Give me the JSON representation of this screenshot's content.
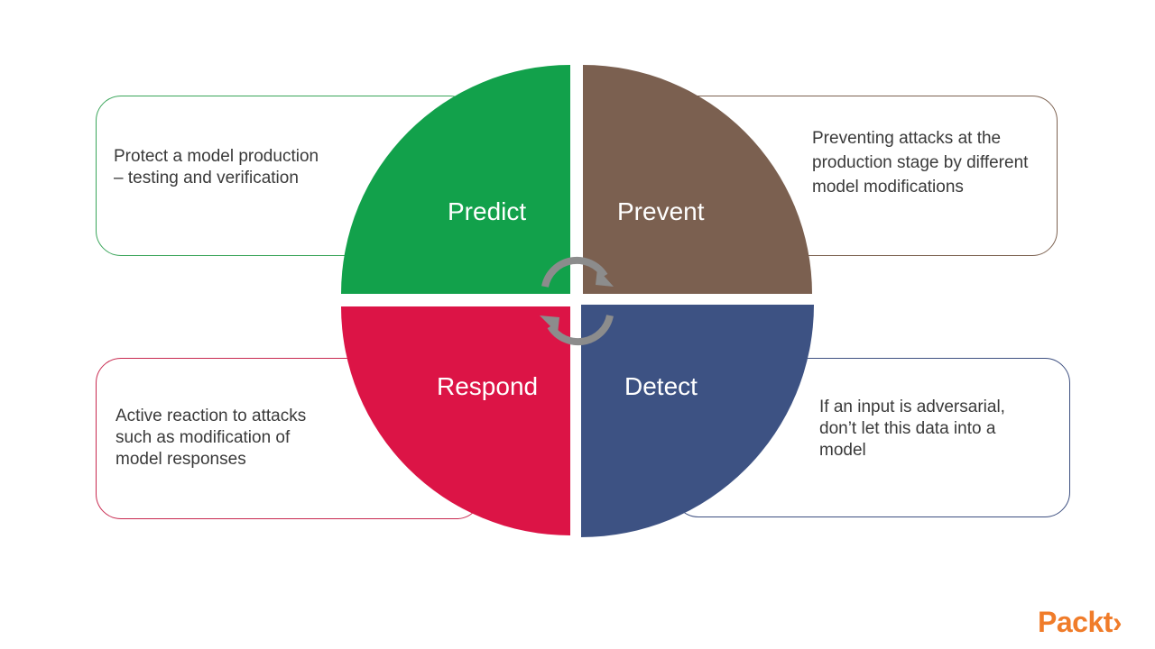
{
  "quadrants": [
    {
      "id": "predict",
      "label": "Predict",
      "color": "#12a14b",
      "description": "Protect a model production – testing and verification"
    },
    {
      "id": "prevent",
      "label": "Prevent",
      "color": "#7b6050",
      "description": "Preventing attacks at the production stage by different model modifications"
    },
    {
      "id": "respond",
      "label": "Respond",
      "color": "#dc1446",
      "description": "Active reaction to attacks such as modification of model responses"
    },
    {
      "id": "detect",
      "label": "Detect",
      "color": "#3d5283",
      "description": "If an input is adversarial, don’t let this data into a model"
    }
  ],
  "cycle_arrow_color": "#8c8c8c",
  "logo": {
    "text": "Packt›",
    "color": "#f07c2a"
  }
}
